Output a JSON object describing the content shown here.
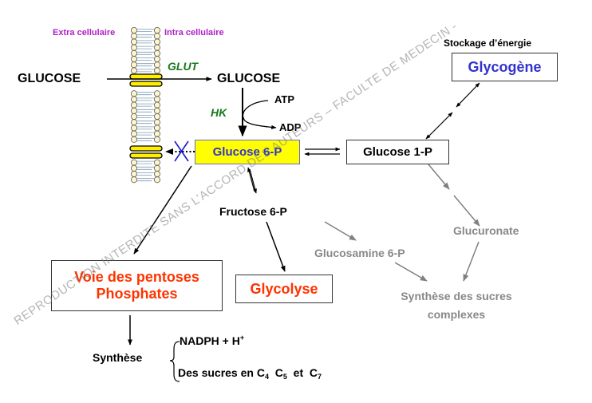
{
  "membrane": {
    "extra_label": "Extra cellulaire",
    "intra_label": "Intra cellulaire"
  },
  "transport": {
    "glucose_out": "GLUCOSE",
    "glucose_in": "GLUCOSE",
    "transporter": "GLUT"
  },
  "phosphorylation": {
    "enzyme": "HK",
    "atp": "ATP",
    "adp": "ADP"
  },
  "nodes": {
    "g6p": "Glucose 6-P",
    "g1p": "Glucose 1-P",
    "f6p": "Fructose 6-P",
    "storage_label": "Stockage d’énergie",
    "glycogene": "Glycogène",
    "glucuronate": "Glucuronate",
    "glucosamine": "Glucosamine 6-P",
    "complex_sugars_line1": "Synthèse des sucres",
    "complex_sugars_line2": "complexes",
    "pentoses_line1": "Voie des pentoses",
    "pentoses_line2": "Phosphates",
    "glycolyse": "Glycolyse"
  },
  "synthesis": {
    "label": "Synthèse",
    "item1_text": "NADPH + H",
    "item1_sup": "+",
    "item2_prefix": "Des sucres en C",
    "sub4": "4",
    "c5": "C",
    "sub5": "5",
    "et": "et",
    "c7": "C",
    "sub7": "7"
  },
  "watermark": "REPRODUCTION INTERDITE SANS L’ACCORD DES AUTEURS – FACULTE DE MEDECIN - ",
  "colors": {
    "enzyme_green": "#157a1a",
    "membrane_label_purple": "#b020c8",
    "g6p_fill": "#ffff00",
    "g6p_text": "#3333cc",
    "pathway_red": "#ff3300",
    "secondary_gray": "#888888",
    "block_cross_blue": "#1a1acc"
  }
}
